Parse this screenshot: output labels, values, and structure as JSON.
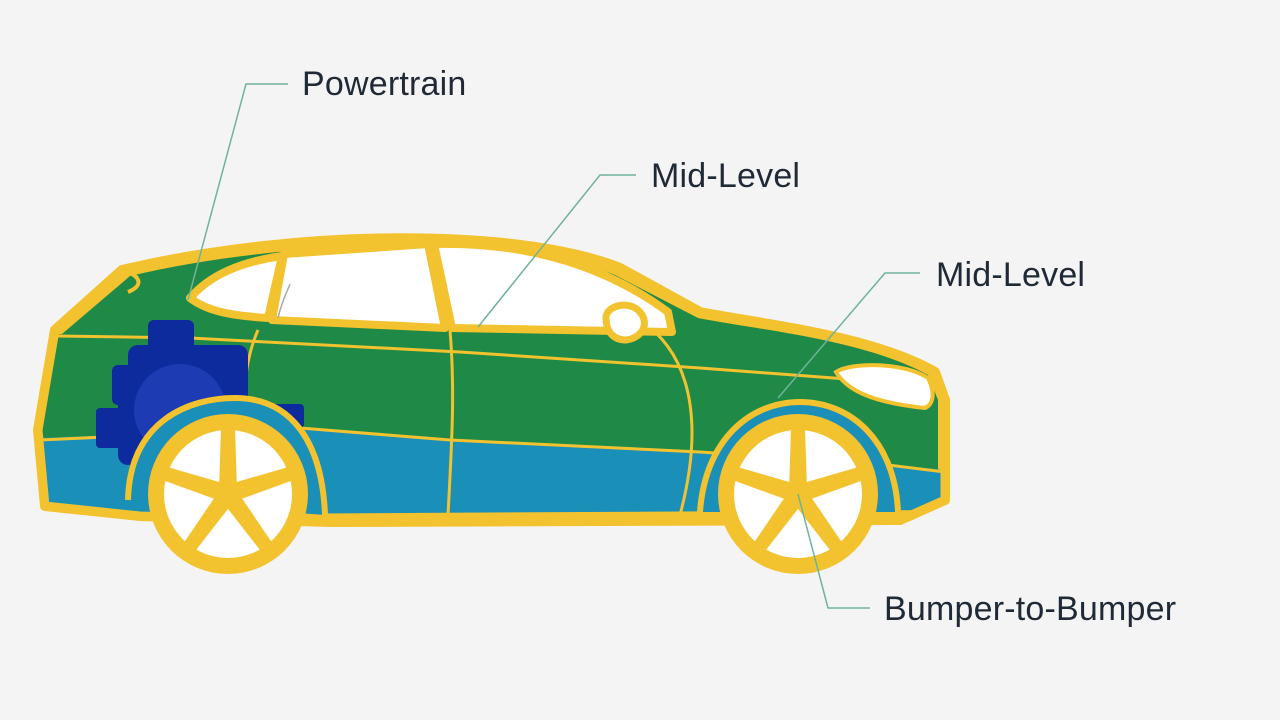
{
  "labels": {
    "powertrain": "Powertrain",
    "mid_level_upper": "Mid-Level",
    "mid_level_lower": "Mid-Level",
    "bumper_to_bumper": "Bumper-to-Bumper"
  },
  "colors": {
    "background": "#f4f4f4",
    "outline_yellow": "#f3c22f",
    "body_green": "#1f8a48",
    "lower_teal": "#1a8fb8",
    "engine_blue": "#0e2b9e",
    "window_white": "#ffffff",
    "leader_line": "#6fb39a",
    "label_text": "#1f2a36"
  }
}
